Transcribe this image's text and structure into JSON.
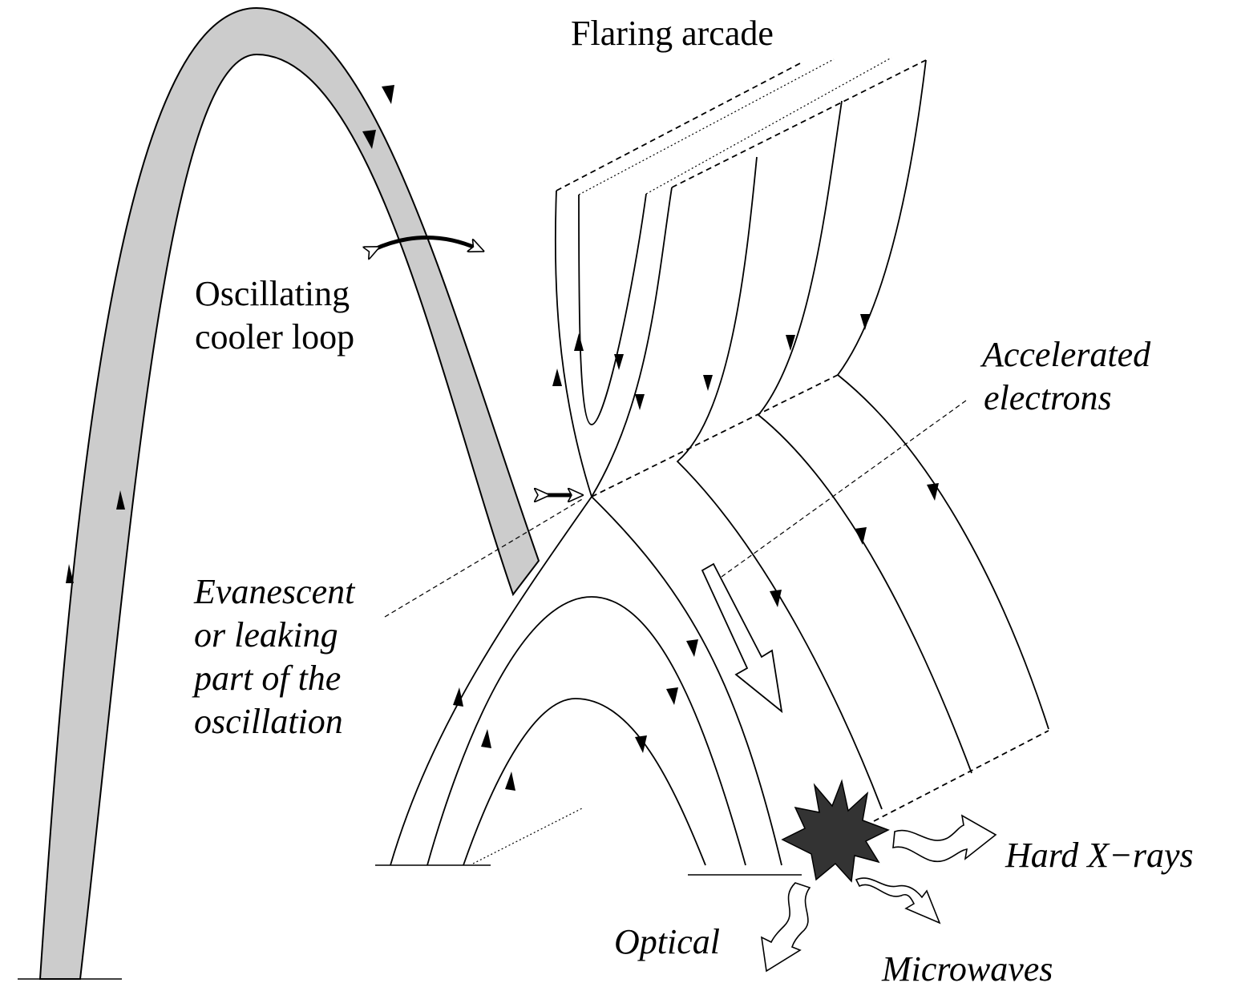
{
  "labels": {
    "flaring_arcade": "Flaring arcade",
    "cooler_loop": [
      "Oscillating",
      "cooler loop"
    ],
    "accelerated_electrons": [
      "Accelerated",
      "electrons"
    ],
    "evanescent": [
      "Evanescent",
      "or leaking",
      "part of the",
      "oscillation"
    ],
    "hard_xrays": "Hard X−rays",
    "optical": "Optical",
    "microwaves": "Microwaves"
  },
  "colors": {
    "loop_fill": "#cccccc",
    "burst_fill": "#333333",
    "stroke": "#000000"
  }
}
